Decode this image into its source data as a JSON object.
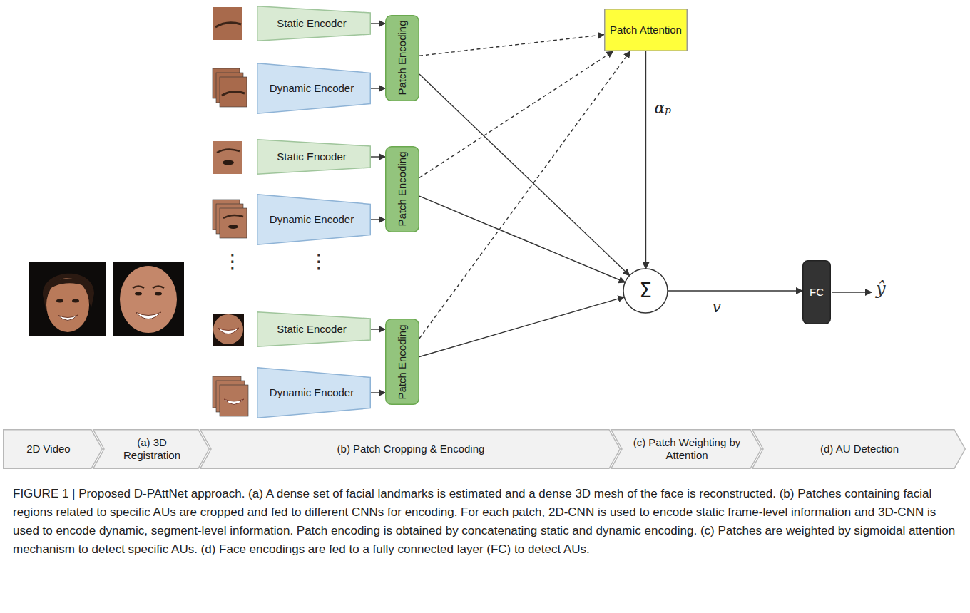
{
  "diagram": {
    "caption": "FIGURE 1 | Proposed D-PAttNet approach. (a) A dense set of facial landmarks is estimated and a dense 3D mesh of the face is reconstructed. (b) Patches containing facial regions related to specific AUs are cropped and fed to different CNNs for encoding. For each patch, 2D-CNN is used to encode static frame-level information and 3D-CNN is used to encode dynamic, segment-level information. Patch encoding is obtained by concatenating static and dynamic encoding. (c) Patches are weighted by sigmoidal attention mechanism to detect specific AUs. (d) Face encodings are fed to a fully connected layer (FC) to detect AUs.",
    "nodes": [
      {
        "text": [
          "Static Encoder"
        ]
      },
      {
        "text": [
          "Dynamic Encoder"
        ]
      },
      {
        "text": [
          "Patch Encoding"
        ]
      },
      {
        "text": [
          "Static Encoder"
        ]
      },
      {
        "text": [
          "Dynamic Encoder"
        ]
      },
      {
        "text": [
          "Patch Encoding"
        ]
      },
      {
        "text": [
          "Static Encoder"
        ]
      },
      {
        "text": [
          "Dynamic Encoder"
        ]
      },
      {
        "text": [
          "Patch Encoding"
        ]
      },
      {
        "text": [
          "Patch Attention"
        ]
      },
      {
        "text": [
          "Σ"
        ]
      },
      {
        "text": [
          "FC"
        ]
      },
      {
        "text": [
          "2D Video"
        ]
      },
      {
        "text": [
          "(a) 3D Registration"
        ]
      },
      {
        "text": [
          "(b) Patch Cropping & Encoding"
        ]
      },
      {
        "text": [
          "(c) Patch Weighting by Attention"
        ]
      },
      {
        "text": [
          "(d) AU Detection"
        ]
      }
    ],
    "edges": [
      {
        "from": 0,
        "to": 2,
        "arrow": "to"
      },
      {
        "from": 1,
        "to": 2,
        "arrow": "to"
      },
      {
        "from": 3,
        "to": 5,
        "arrow": "to"
      },
      {
        "from": 4,
        "to": 5,
        "arrow": "to"
      },
      {
        "from": 6,
        "to": 8,
        "arrow": "to"
      },
      {
        "from": 7,
        "to": 8,
        "arrow": "to"
      },
      {
        "from": 2,
        "to": 9,
        "arrow": "to"
      },
      {
        "from": 5,
        "to": 9,
        "arrow": "to"
      },
      {
        "from": 8,
        "to": 9,
        "arrow": "to"
      },
      {
        "from": 2,
        "to": 10,
        "arrow": "to"
      },
      {
        "from": 5,
        "to": 10,
        "arrow": "to"
      },
      {
        "from": 8,
        "to": 10,
        "arrow": "to"
      },
      {
        "from": 9,
        "to": 10,
        "label": "αₚ",
        "arrow": "to"
      },
      {
        "from": 10,
        "to": 11,
        "label": "v",
        "arrow": "to"
      }
    ],
    "labels": [
      "⋮",
      "⋮",
      "ŷ"
    ]
  }
}
